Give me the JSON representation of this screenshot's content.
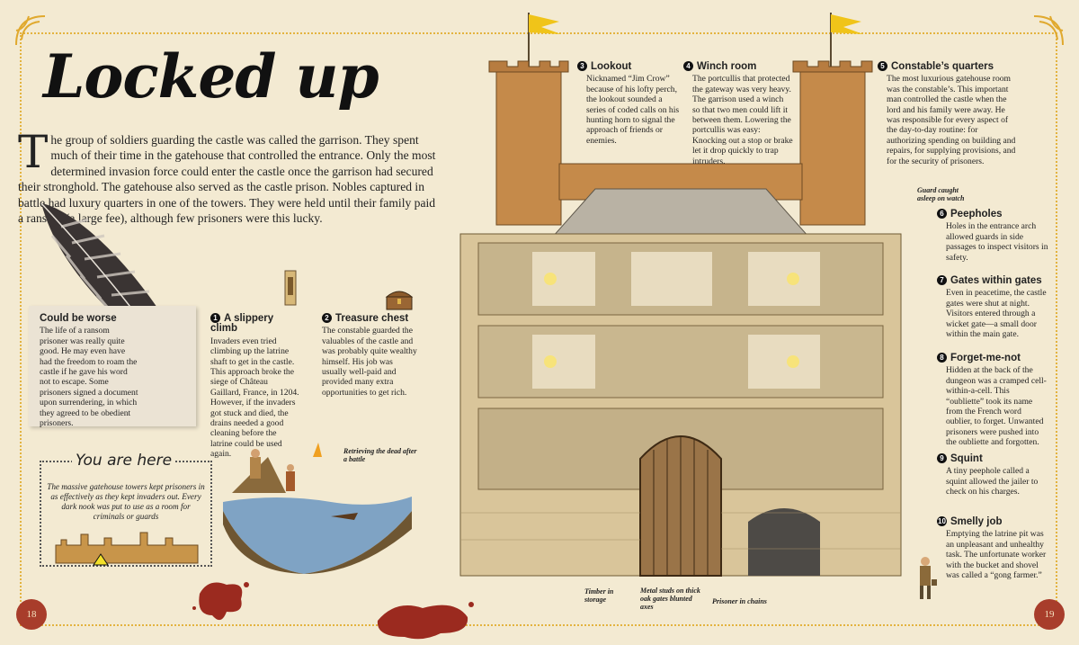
{
  "title": "Locked up",
  "intro": {
    "dropcap": "T",
    "text": "he group of soldiers guarding the castle was called the garrison. They spent much of their time in the gatehouse that controlled the entrance. Only the most determined invasion force could enter the castle once the garrison had secured their stronghold. The gatehouse also served as the castle prison. Nobles captured in battle had luxury quarters in one of the towers. They were held until their family paid a ransom (a large fee), although few prisoners were this lucky."
  },
  "could_be_worse": {
    "heading": "Could be worse",
    "text": "The life of a ransom prisoner was really quite good. He may even have had the freedom to roam the castle if he gave his word not to escape. Some prisoners signed a document upon surrendering, in which they agreed to be obedient prisoners."
  },
  "you_are_here": {
    "heading": "You are here",
    "text": "The massive gatehouse towers kept prisoners in as effectively as they kept invaders out. Every dark nook was put to use as a room for criminals or guards"
  },
  "captions": [
    {
      "num": "1",
      "heading": "A slippery climb",
      "text": "Invaders even tried climbing up the latrine shaft to get in the castle. This approach broke the siege of Château Gaillard, France, in 1204. However, if the invaders got stuck and died, the drains needed a good cleaning before the latrine could be used again."
    },
    {
      "num": "2",
      "heading": "Treasure chest",
      "text": "The constable guarded the valuables of the castle and was probably quite wealthy himself. His job was usually well-paid and provided many extra opportunities to get rich."
    },
    {
      "num": "3",
      "heading": "Lookout",
      "text": "Nicknamed “Jim Crow” because of his lofty perch, the lookout sounded a series of coded calls on his hunting horn to signal the approach of friends or enemies."
    },
    {
      "num": "4",
      "heading": "Winch room",
      "text": "The portcullis that protected the gateway was very heavy. The garrison used a winch so that two men could lift it between them. Lowering the portcullis was easy: Knocking out a stop or brake let it drop quickly to trap intruders."
    },
    {
      "num": "5",
      "heading": "Constable’s quarters",
      "text": "The most luxurious gatehouse room was the constable’s. This important man controlled the castle when the lord and his family were away. He was responsible for every aspect of the day-to-day routine: for authorizing spending on building and repairs, for supplying provisions, and for the security of prisoners."
    },
    {
      "num": "6",
      "heading": "Peepholes",
      "text": "Holes in the entrance arch allowed guards in side passages to inspect visitors in safety."
    },
    {
      "num": "7",
      "heading": "Gates within gates",
      "text": "Even in peacetime, the castle gates were shut at night. Visitors entered through a wicket gate—a small door within the main gate."
    },
    {
      "num": "8",
      "heading": "Forget-me-not",
      "text": "Hidden at the back of the dungeon was a cramped cell-within-a-cell. This “oubliette” took its name from the French word oublier, to forget. Unwanted prisoners were pushed into the oubliette and forgotten."
    },
    {
      "num": "9",
      "heading": "Squint",
      "text": "A tiny peephole called a squint allowed the jailer to check on his charges."
    },
    {
      "num": "10",
      "heading": "Smelly job",
      "text": "Emptying the latrine pit was an unpleasant and unhealthy task. The unfortunate worker with the bucket and shovel was called a “gong farmer.”"
    }
  ],
  "notes": {
    "guard": "Guard caught asleep on watch",
    "retrieving": "Retrieving the dead after a battle",
    "timber": "Timber in storage",
    "studs": "Metal studs on thick oak gates blunted axes",
    "prisoner": "Prisoner in chains"
  },
  "page_numbers": {
    "left": "18",
    "right": "19"
  },
  "colors": {
    "paper": "#f3ead2",
    "gold_border": "#e3b33f",
    "seal_red": "#a83d2b",
    "blood": "#9b2a1f",
    "stone": "#c9a96e"
  }
}
